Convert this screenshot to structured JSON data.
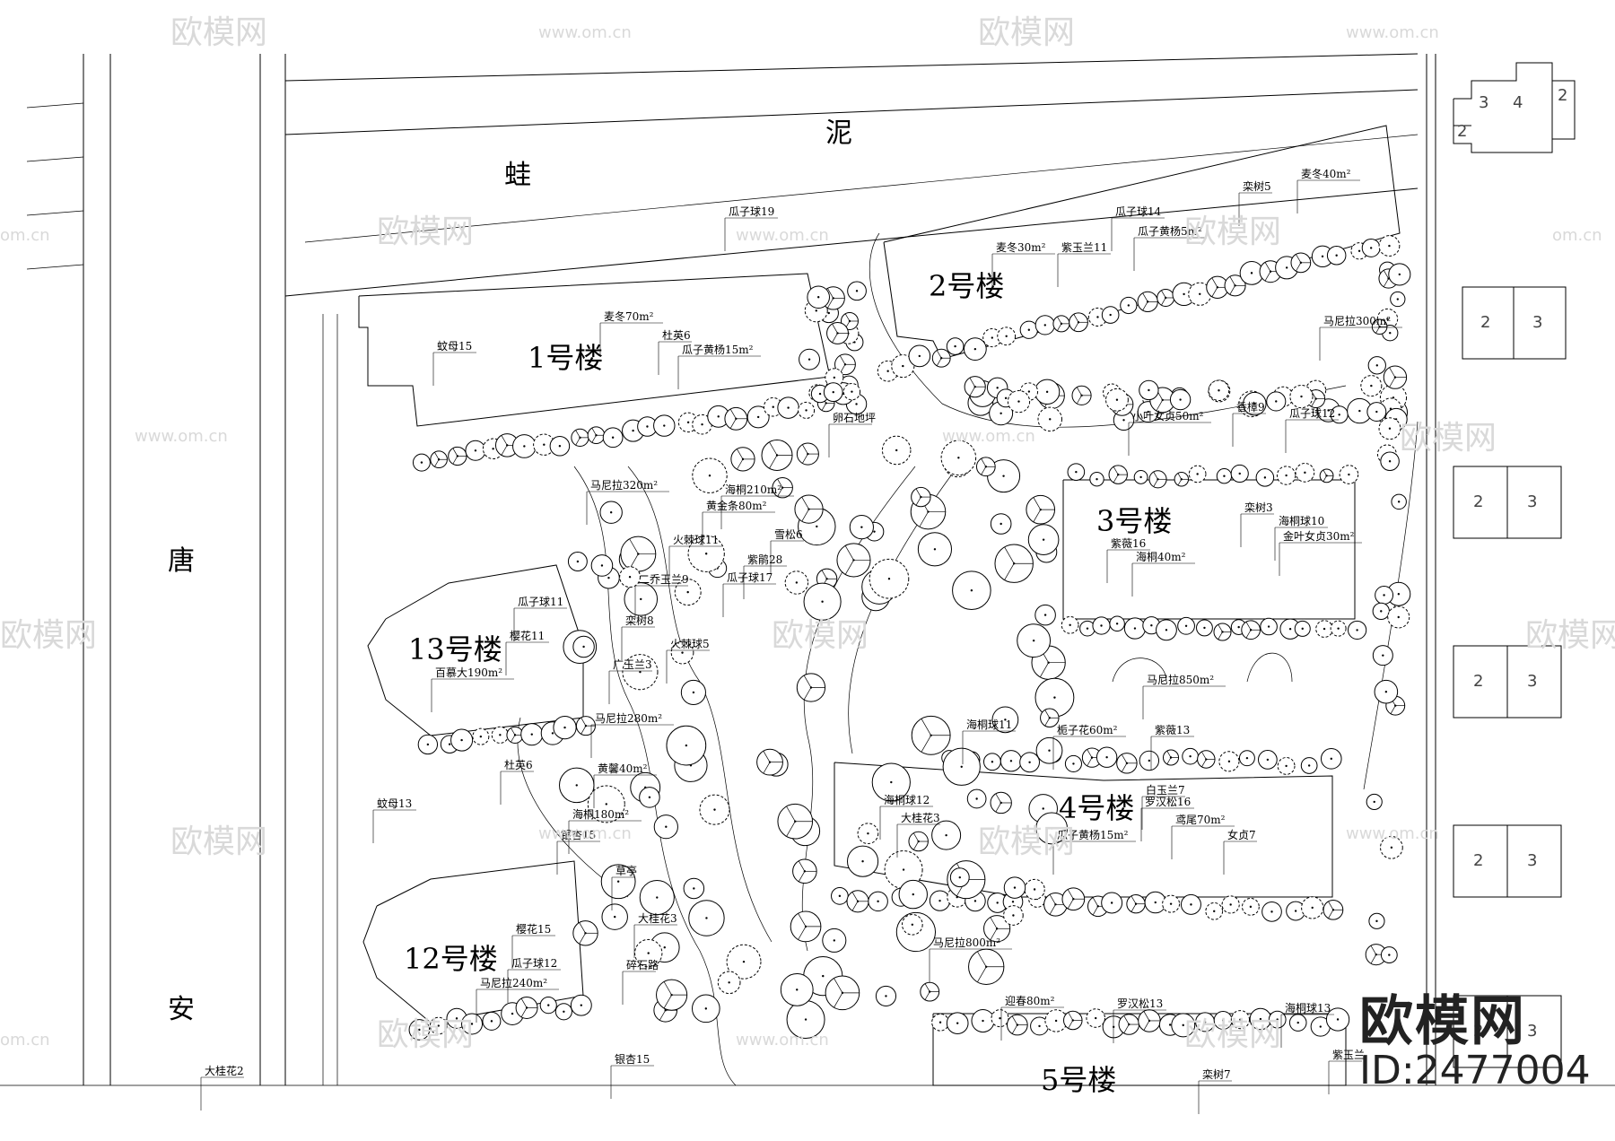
{
  "road_chars": [
    {
      "id": "wa",
      "text": "蛙"
    },
    {
      "id": "ni",
      "text": "泥"
    },
    {
      "id": "tang",
      "text": "唐"
    },
    {
      "id": "an",
      "text": "安"
    }
  ],
  "buildings": [
    {
      "id": "b1",
      "label": "1号楼"
    },
    {
      "id": "b2",
      "label": "2号楼"
    },
    {
      "id": "b3",
      "label": "3号楼"
    },
    {
      "id": "b4",
      "label": "4号楼"
    },
    {
      "id": "b5",
      "label": "5号楼"
    },
    {
      "id": "b12",
      "label": "12号楼"
    },
    {
      "id": "b13",
      "label": "13号楼"
    }
  ],
  "plant_labels": [
    "瓜子球19",
    "蚊母15",
    "麦冬70m²",
    "杜英6",
    "瓜子黄杨15m²",
    "卵石地坪",
    "马尼拉320m²",
    "麦冬30m²",
    "紫玉兰11",
    "瓜子球14",
    "瓜子黄杨5m²",
    "栾树5",
    "麦冬40m²",
    "马尼拉300m²",
    "小叶女贞50m²",
    "香樟9",
    "瓜子球12",
    "海桐210m²",
    "黄金条80m²",
    "雪松6",
    "火棘球11",
    "紫鹃28",
    "二乔玉兰9",
    "瓜子球17",
    "瓜子球11",
    "栾树8",
    "樱花11",
    "火棘球5",
    "广玉兰3",
    "百慕大190m²",
    "马尼拉280m²",
    "杜英6",
    "黄馨40m²",
    "蚊母13",
    "海桐180m²",
    "银杏15",
    "草亭",
    "大桂花3",
    "樱花15",
    "碎石路",
    "瓜子球12",
    "马尼拉240m²",
    "银杏15",
    "大桂花2",
    "紫薇16",
    "海桐40m²",
    "栾树3",
    "海桐球10",
    "金叶女贞30m²",
    "马尼拉850m²",
    "海桐球11",
    "栀子花60m²",
    "紫薇13",
    "海桐球12",
    "大桂花3",
    "白玉兰7",
    "罗汉松16",
    "鸢尾70m²",
    "瓜子黄杨15m²",
    "女贞7",
    "马尼拉800m²",
    "迎春80m²",
    "罗汉松13",
    "海桐球13",
    "紫玉兰",
    "栾树7"
  ],
  "neighbor_blocks": [
    "3",
    "4",
    "2",
    "2",
    "2",
    "3",
    "2",
    "3",
    "2",
    "3",
    "2",
    "3",
    "2",
    "3"
  ],
  "watermark": {
    "brand": "欧模网",
    "url": "www.om.cn",
    "url_short": "om.cn",
    "id": "ID:2477004"
  }
}
